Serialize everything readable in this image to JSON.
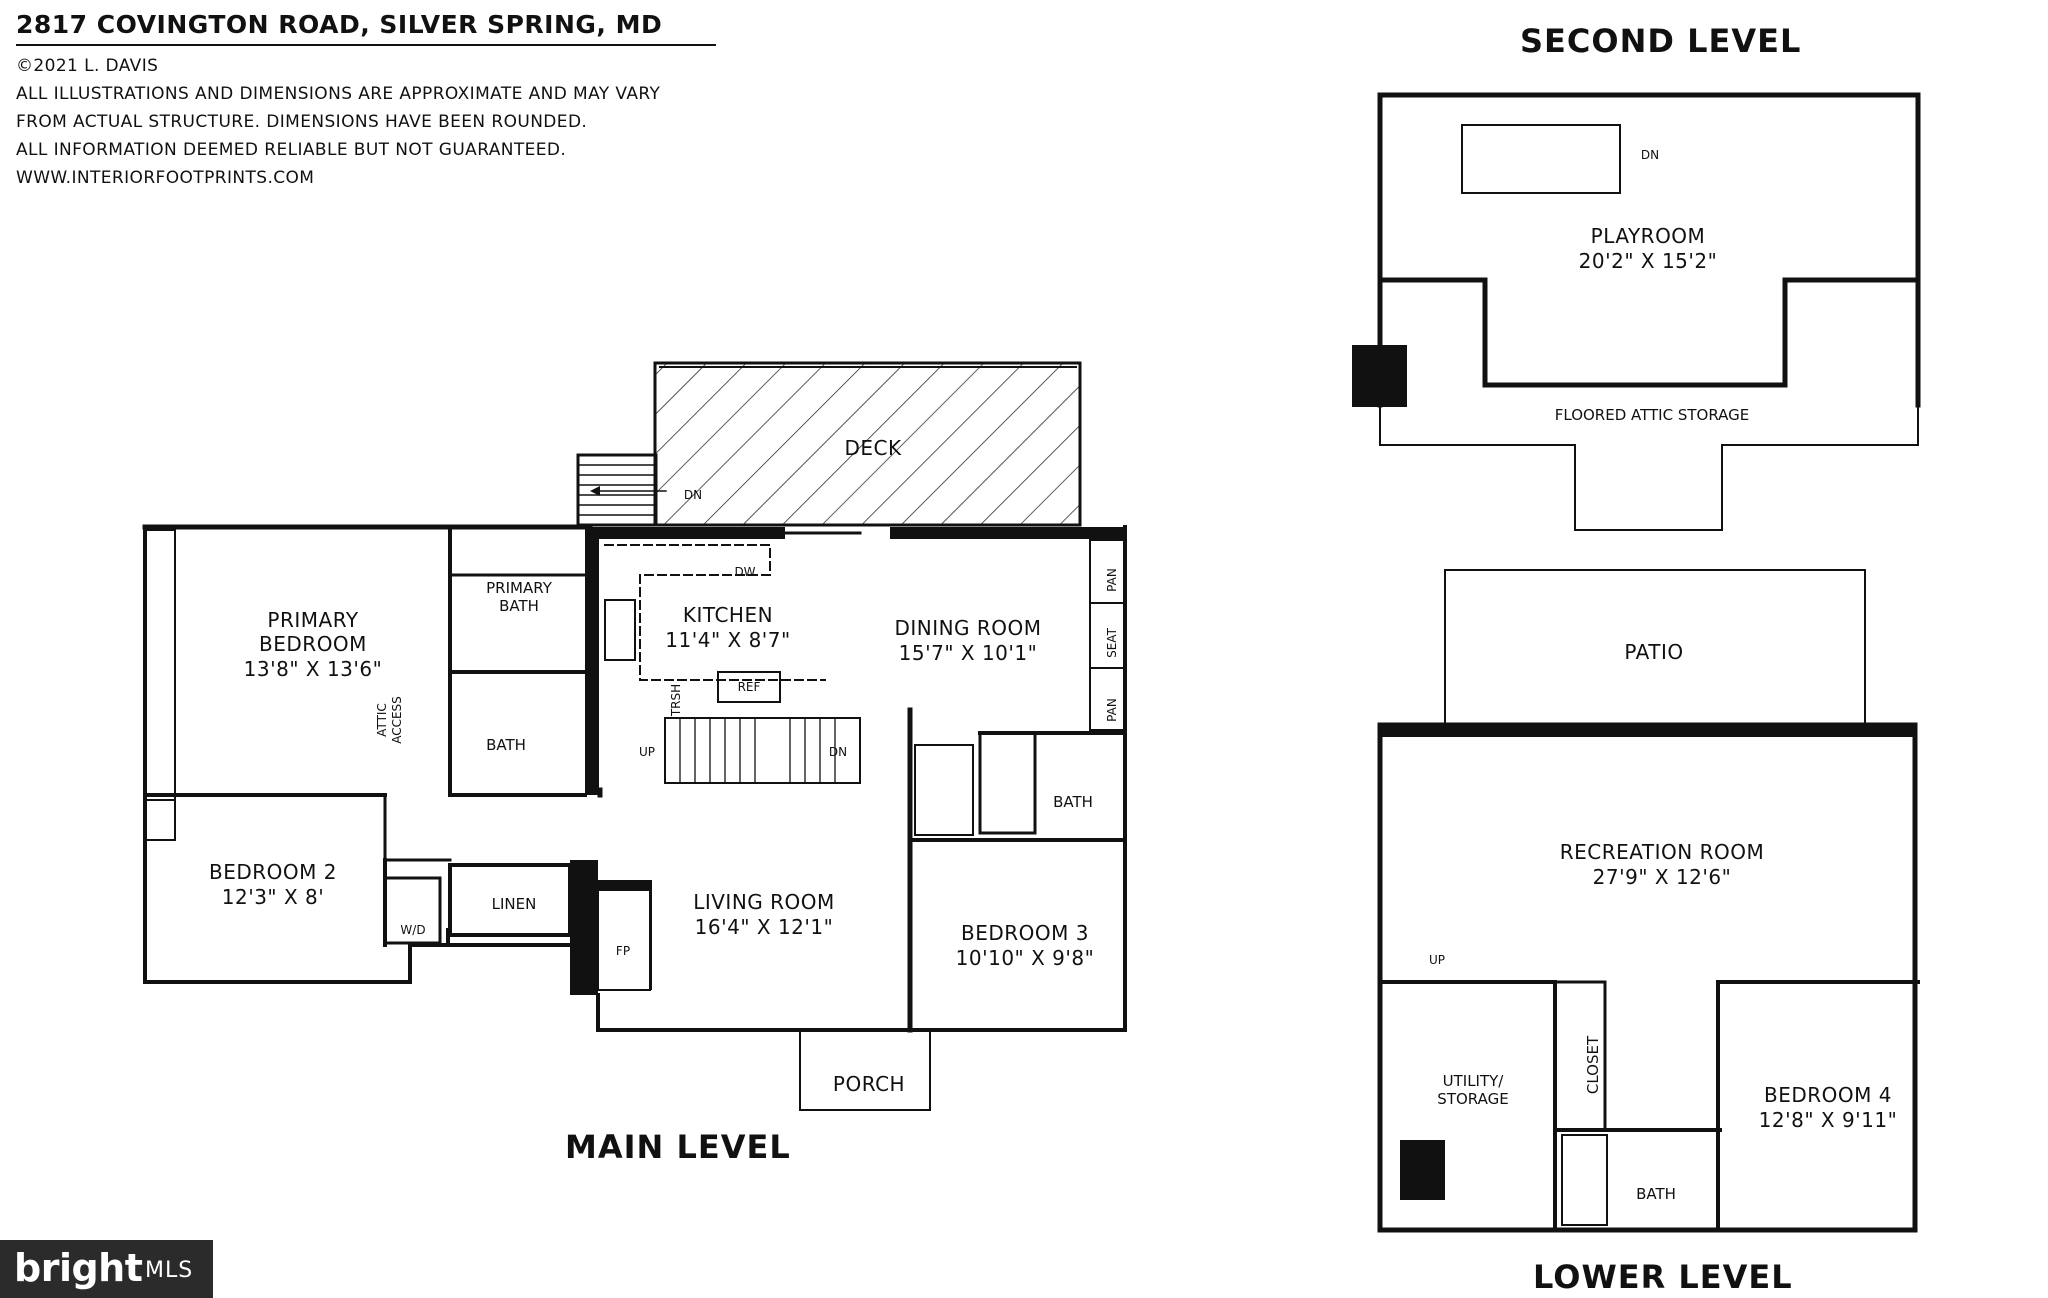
{
  "header": {
    "address": "2817 COVINGTON ROAD, SILVER SPRING, MD",
    "copyright": "©2021 L. DAVIS",
    "disclaimer_1": "ALL ILLUSTRATIONS AND DIMENSIONS ARE APPROXIMATE AND MAY VARY",
    "disclaimer_2": "FROM ACTUAL STRUCTURE. DIMENSIONS HAVE BEEN ROUNDED.",
    "disclaimer_3": "ALL INFORMATION DEEMED RELIABLE BUT NOT GUARANTEED.",
    "website": "WWW.INTERIORFOOTPRINTS.COM"
  },
  "levels": {
    "main": "MAIN LEVEL",
    "second": "SECOND LEVEL",
    "lower": "LOWER LEVEL"
  },
  "main_level": {
    "deck": "DECK",
    "deck_stairs": "DN",
    "kitchen": {
      "name": "KITCHEN",
      "dims": "11'4\" X 8'7\""
    },
    "dining": {
      "name": "DINING ROOM",
      "dims": "15'7\" X 10'1\""
    },
    "primary_bedroom": {
      "name_1": "PRIMARY",
      "name_2": "BEDROOM",
      "dims": "13'8\" X 13'6\""
    },
    "primary_bath": {
      "name_1": "PRIMARY",
      "name_2": "BATH"
    },
    "bath": "BATH",
    "bath_2": "BATH",
    "bedroom_2": {
      "name": "BEDROOM 2",
      "dims": "12'3\" X 8'"
    },
    "bedroom_3": {
      "name": "BEDROOM 3",
      "dims": "10'10\" X 9'8\""
    },
    "living": {
      "name": "LIVING ROOM",
      "dims": "16'4\" X 12'1\""
    },
    "porch": "PORCH",
    "linen": "LINEN",
    "wd": "W/D",
    "fp": "FP",
    "attic_1": "ATTIC",
    "attic_2": "ACCESS",
    "dw": "DW",
    "ref": "REF",
    "trsh": "TRSH",
    "up": "UP",
    "dn": "DN",
    "pan_1": "PAN",
    "seat": "SEAT",
    "pan_2": "PAN"
  },
  "second_level": {
    "playroom": {
      "name": "PLAYROOM",
      "dims": "20'2\" X 15'2\""
    },
    "dn": "DN",
    "attic": "FLOORED ATTIC STORAGE"
  },
  "lower_level": {
    "patio": "PATIO",
    "recreation": {
      "name": "RECREATION ROOM",
      "dims": "27'9\" X 12'6\""
    },
    "up": "UP",
    "utility_1": "UTILITY/",
    "utility_2": "STORAGE",
    "closet": "CLOSET",
    "bath": "BATH",
    "bedroom_4": {
      "name": "BEDROOM 4",
      "dims": "12'8\" X 9'11\""
    }
  },
  "logo": {
    "brand": "bright",
    "suffix": "MLS"
  }
}
